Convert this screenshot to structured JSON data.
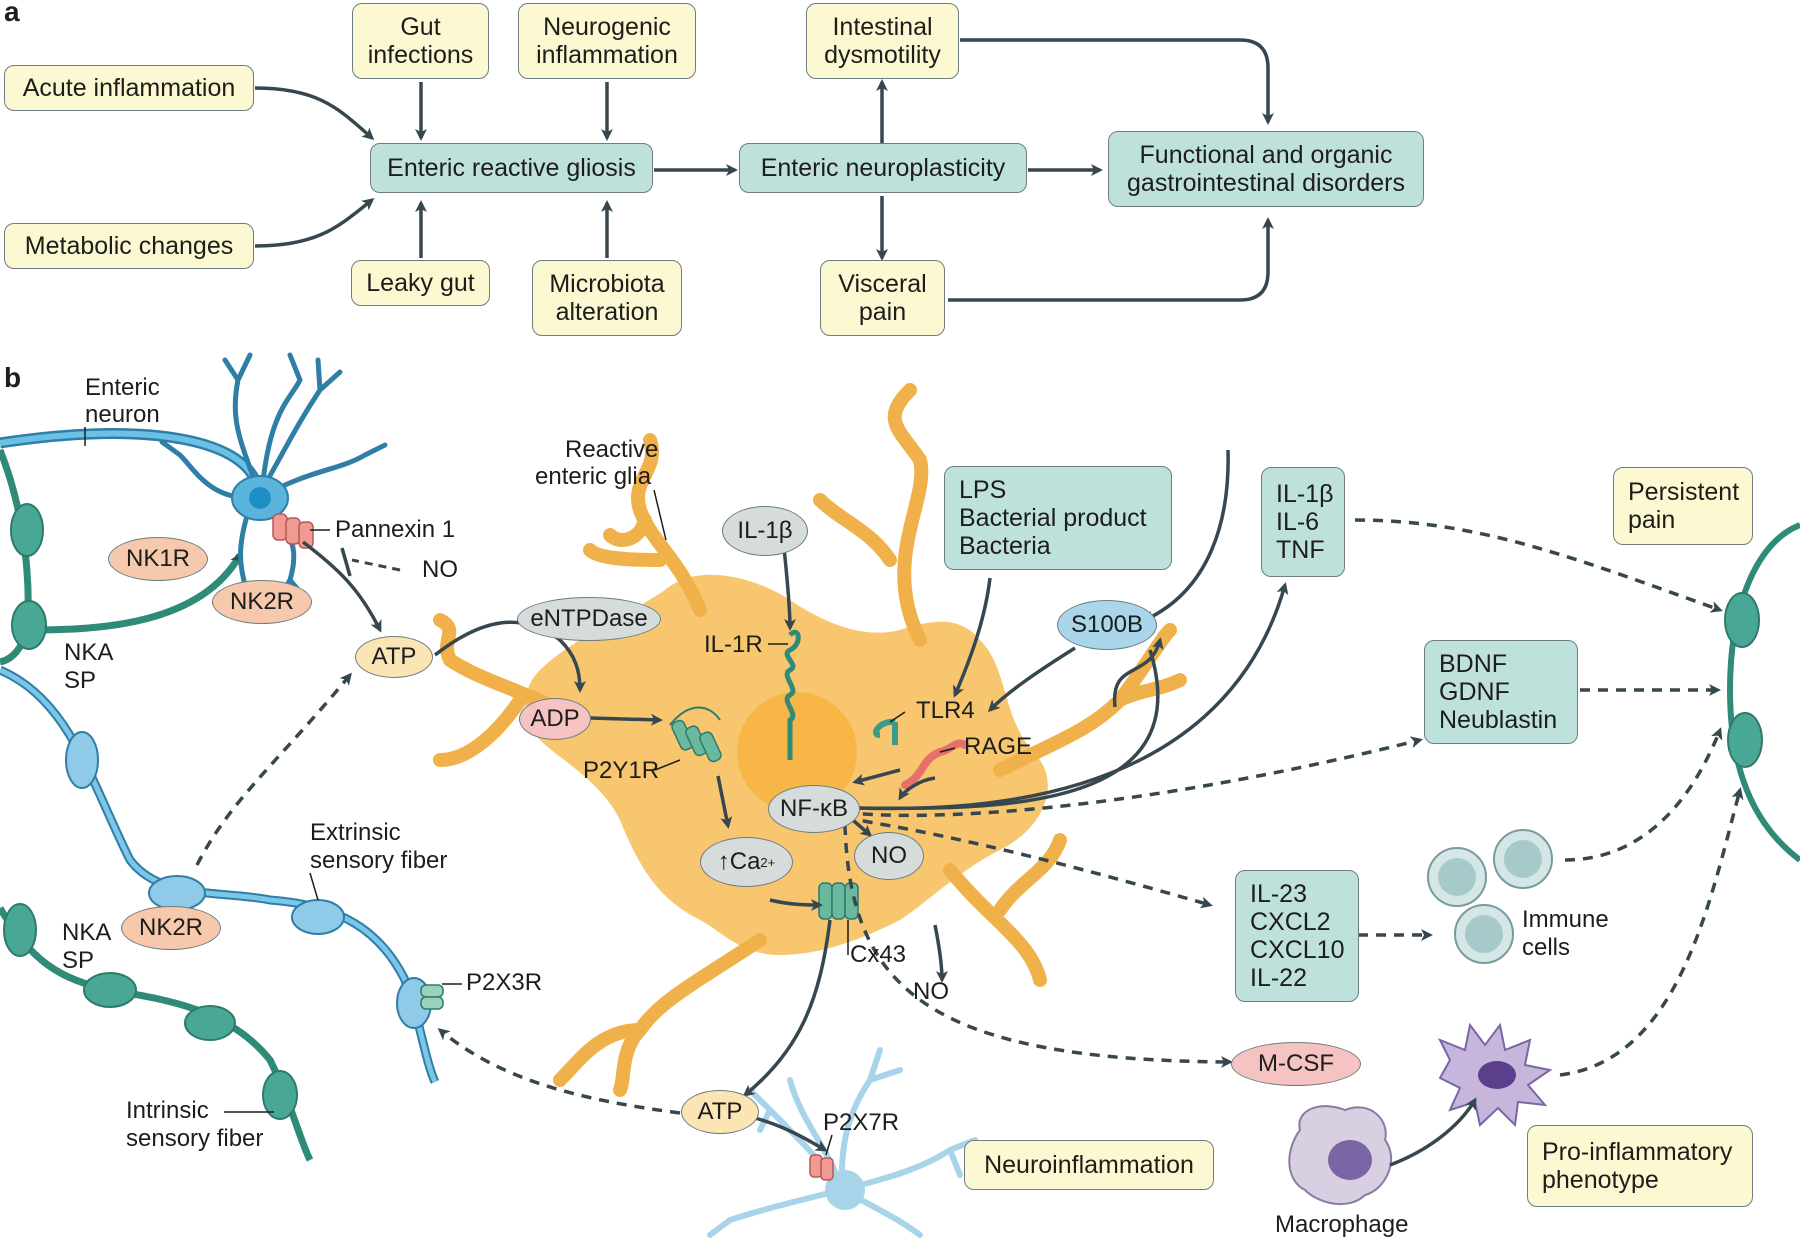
{
  "panel_a": {
    "letter": "a",
    "acute_inflammation": "Acute inflammation",
    "metabolic_changes": "Metabolic changes",
    "gut_infections": [
      "Gut",
      "infections"
    ],
    "neurogenic_inflammation": [
      "Neurogenic",
      "inflammation"
    ],
    "leaky_gut": "Leaky gut",
    "microbiota_alteration": [
      "Microbiota",
      "alteration"
    ],
    "enteric_reactive_gliosis": "Enteric reactive gliosis",
    "enteric_neuroplasticity": "Enteric neuroplasticity",
    "intestinal_dysmotility": [
      "Intestinal",
      "dysmotility"
    ],
    "visceral_pain": [
      "Visceral",
      "pain"
    ],
    "gi_disorders": [
      "Functional and organic",
      "gastrointestinal disorders"
    ]
  },
  "panel_b": {
    "letter": "b",
    "enteric_neuron": [
      "Enteric",
      "neuron"
    ],
    "pannexin": "Pannexin 1",
    "no": "NO",
    "nk1r": "NK1R",
    "nk2r": "NK2R",
    "nka": "NKA",
    "sp": "SP",
    "atp": "ATP",
    "adp": "ADP",
    "entpdase": "eNTPDase",
    "reactive_glia": [
      "Reactive",
      "enteric glia"
    ],
    "il1b": "IL-1β",
    "il1r": "IL-1R",
    "p2y1r": "P2Y1R",
    "ca": "↑Ca",
    "ca_sup": "2+",
    "nfkb": "NF-κB",
    "tlr4": "TLR4",
    "rage": "RAGE",
    "s100b": "S100B",
    "cx43": "Cx43",
    "lps_box": [
      "LPS",
      "Bacterial product",
      "Bacteria"
    ],
    "cytokine_box": [
      "IL-1β",
      "IL-6",
      "TNF"
    ],
    "neurotrophin_box": [
      "BDNF",
      "GDNF",
      "Neublastin"
    ],
    "chemokine_box": [
      "IL-23",
      "CXCL2",
      "CXCL10",
      "IL-22"
    ],
    "persistent_pain": [
      "Persistent",
      "pain"
    ],
    "immune_cells": [
      "Immune",
      "cells"
    ],
    "mcsf": "M-CSF",
    "macrophage": "Macrophage",
    "proinflammatory": [
      "Pro-inflammatory",
      "phenotype"
    ],
    "neuroinflammation": "Neuroinflammation",
    "p2x7r": "P2X7R",
    "p2x3r": "P2X3R",
    "extrinsic_fiber": [
      "Extrinsic",
      "sensory fiber"
    ],
    "intrinsic_fiber": [
      "Intrinsic",
      "sensory fiber"
    ]
  },
  "colors": {
    "yellow_box": "#fcf8d2",
    "teal_box": "#bfe1dc",
    "glia": "#f7c66f",
    "neuron": "#4aa7cf",
    "fiber_teal": "#3a9c86",
    "arrow": "#37474f"
  }
}
